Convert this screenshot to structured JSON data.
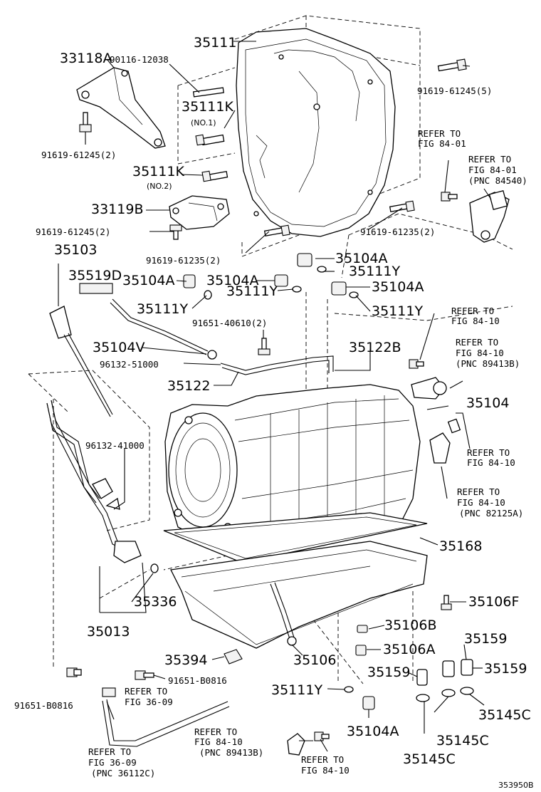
{
  "labels": {
    "p35111": "35111",
    "p33118A": "33118A",
    "p90116": "90116-12038",
    "p91619_61245_5": "91619-61245(5)",
    "p35111K_1": "35111K",
    "no1": "(NO.1)",
    "p91619_61245_2": "91619-61245(2)",
    "refer8401a_1": "REFER TO",
    "refer8401a_2": "FIG 84-01",
    "refer8401b_1": "REFER TO",
    "refer8401b_2": "FIG 84-01",
    "refer8401b_3": "(PNC 84540)",
    "p35111K_2": "35111K",
    "no2": "(NO.2)",
    "p33119B": "33119B",
    "p91619_61235_2r": "91619-61235(2)",
    "p91619_61245_2b": "91619-61245(2)",
    "p35103": "35103",
    "p91619_61235_2c": "91619-61235(2)",
    "p35104A_a": "35104A",
    "p35519D": "35519D",
    "p35111Y_a": "35111Y",
    "p35104A_b": "35104A",
    "p35104A_c": "35104A",
    "p35111Y_b": "35111Y",
    "p35104A_d": "35104A",
    "p35111Y_c": "35111Y",
    "p35111Y_d": "35111Y",
    "refer8410a_1": "REFER TO",
    "refer8410a_2": "FIG 84-10",
    "p91651_40610": "91651-40610(2)",
    "refer8410b_1": "REFER TO",
    "refer8410b_2": "FIG 84-10",
    "refer8410b_3": "(PNC 89413B)",
    "p35104V": "35104V",
    "p35122B": "35122B",
    "p96132_51000": "96132-51000",
    "p35122": "35122",
    "p35104": "35104",
    "p96132_41000": "96132-41000",
    "refer8410c_1": "REFER TO",
    "refer8410c_2": "FIG 84-10",
    "refer8410d_1": "REFER TO",
    "refer8410d_2": "FIG 84-10",
    "refer8410d_3": "(PNC 82125A)",
    "p35168": "35168",
    "p35336": "35336",
    "p35106F": "35106F",
    "p35013": "35013",
    "p35106B": "35106B",
    "p35159_a": "35159",
    "p35106A": "35106A",
    "p35106": "35106",
    "p35394": "35394",
    "p35159_b": "35159",
    "p35159_c": "35159",
    "p91651_B0816_a": "91651-B0816",
    "refer3609a_1": "REFER TO",
    "refer3609a_2": "FIG 36-09",
    "p91651_B0816_b": "91651-B0816",
    "p35111Y_e": "35111Y",
    "p35145C_a": "35145C",
    "p35145C_b": "35145C",
    "refer8410e_1": "REFER TO",
    "refer8410e_2": "FIG 84-10",
    "refer8410e_3": "(PNC 89413B)",
    "p35104A_e": "35104A",
    "refer3609b_1": "REFER TO",
    "refer3609b_2": "FIG 36-09",
    "refer3609b_3": "(PNC 36112C)",
    "refer8410f_1": "REFER TO",
    "refer8410f_2": "FIG 84-10",
    "p35145C_c": "35145C",
    "figno": "353950B"
  }
}
